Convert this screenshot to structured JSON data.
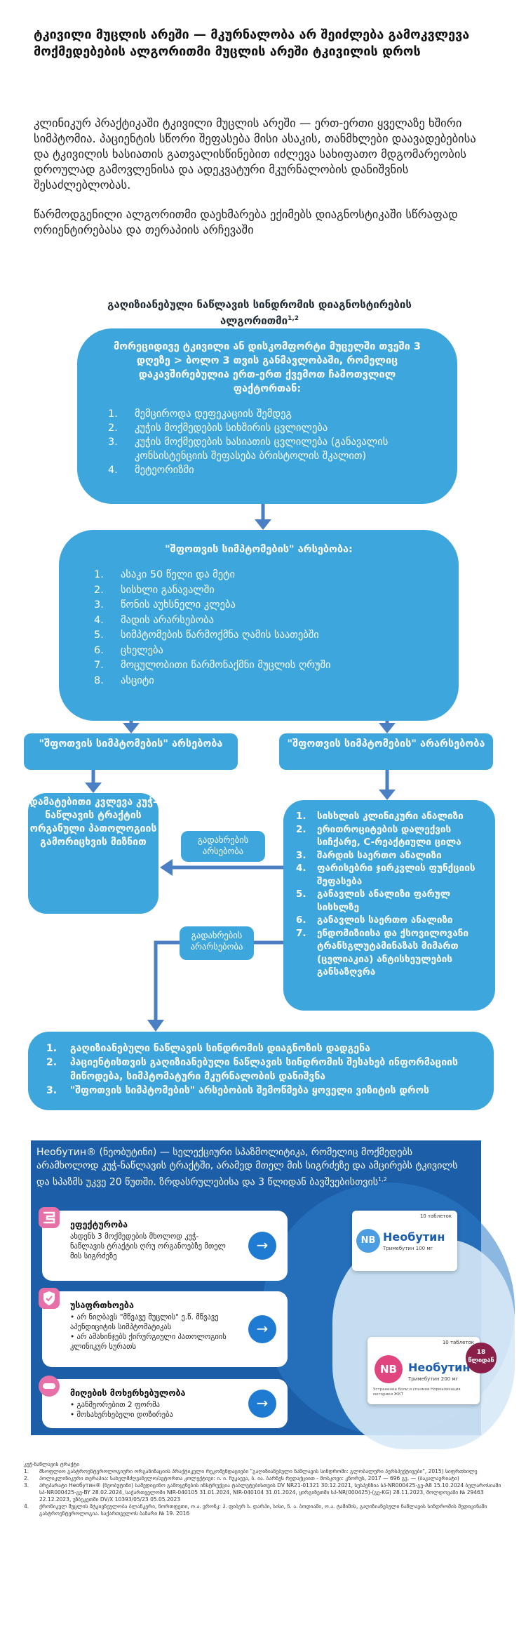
{
  "title_lines": [
    "ტკივილი მუცლის არეში — მკურნალობა არ შეიძლება გამოკვლევა",
    "მოქმედებების ალგორითმი მუცლის არეში ტკივილის დროს"
  ],
  "intro": {
    "p1": "კლინიკურ პრაქტიკაში ტკივილი მუცლის არეში — ერთ-ერთი ყველაზე ხშირი სიმპტომია. პაციენტის სწორი შეფასება მისი ასაკის, თანმხლები დაავადებებისა და ტკივილის ხასიათის გათვალისწინებით იძლევა სახიფათო მდგომარეობის დროულად გამოვლენისა და ადეკვატური მკურნალობის დანიშვნის შესაძლებლობას.",
    "p2": "წარმოდგენილი ალგორითმი დაეხმარება ექიმებს დიაგნოსტიკაში სწრაფად ორიენტირებასა და თერაპიის არჩევაში"
  },
  "algorithm": {
    "title": "გაღიზიანებული ნაწლავის სინდრომის დიაგნოსტირების ალგორითმი",
    "title_ref": "1,2",
    "box1": {
      "header": "მორეციდივე ტკივილი ან დისკომფორტი მუცელში თვეში 3 დღეზე > ბოლო 3 თვის განმავლობაში, რომელიც დაკავშირებულია ერთ-ერთ ქვემოთ ჩამოთვლილ ფაქტორთან:",
      "items": [
        {
          "n": "1.",
          "text": "მემციროდა დეფეკაციის შემდეგ"
        },
        {
          "n": "2.",
          "text": "კუჭის მოქმედების სიხშირის ცვლილება"
        },
        {
          "n": "3.",
          "text": "კუჭის მოქმედების ხასიათის ცვლილება (განავალის კონსისტენციის შეფასება ბრისტოლის შკალით)"
        },
        {
          "n": "4.",
          "text": "მეტეორიზმი"
        }
      ]
    },
    "box2": {
      "header": "\"შფოთვის სიმპტომების\" არსებობა:",
      "items": [
        {
          "n": "1.",
          "text": "ასაკი 50 წელი და მეტი"
        },
        {
          "n": "2.",
          "text": "სისხლი განავალში"
        },
        {
          "n": "3.",
          "text": "წონის აუხსნელი კლება"
        },
        {
          "n": "4.",
          "text": "მადის არარსებობა"
        },
        {
          "n": "5.",
          "text": "სიმპტომების წარმოქმნა ღამის საათებში"
        },
        {
          "n": "6.",
          "text": "ცხელება"
        },
        {
          "n": "7.",
          "text": "მოცულობითი წარმონაქმნი მუცლის ღრუში"
        },
        {
          "n": "8.",
          "text": "ასციტი"
        }
      ]
    },
    "present": "\"შფოთვის სიმპტომების\" არსებობა",
    "absent": "\"შფოთვის სიმპტომების\" არარსებობა",
    "extra_tests": "დამატებითი კვლევა კუჭ-ნაწლავის ტრაქტის ორგანული პათოლოგიის გამორიცხვის მიზნით",
    "tests": [
      {
        "n": "1.",
        "text": "სისხლის კლინიკური ანალიზი"
      },
      {
        "n": "2.",
        "text": "ერითროციტების დალექვის სიჩქარე, C-რეაქტიული ცილა"
      },
      {
        "n": "3.",
        "text": "შარდის საერთო ანალიზი"
      },
      {
        "n": "4.",
        "text": "ფარისებრი ჯირკვლის ფუნქციის შეფასება"
      },
      {
        "n": "5.",
        "text": "განავლის ანალიზი ფარულ სისხლზე"
      },
      {
        "n": "6.",
        "text": "განავლის საერთო ანალიზი"
      },
      {
        "n": "7.",
        "text": "ენდომიზიისა და ქსოვილოვანი ტრანსგლუტამინაზას მიმართ (ცელიაკია) ანტისხეულების განსაზღვრა"
      }
    ],
    "deviation_present": "გადახრების არსებობა",
    "deviation_absent": "გადახრების არარსებობა",
    "final": [
      {
        "n": "1.",
        "text": "გაღიზიანებული ნაწლავის სინდრომის დიაგნოზის დადგენა"
      },
      {
        "n": "2.",
        "text": "პაციენტისთვის გაღიზიანებული ნაწლავის სინდრომის შესახებ ინფორმაციის მიწოდება, სიმპტომატური მკურნალობის დანიშვნა"
      },
      {
        "n": "3.",
        "text": "\"შფოთვის სიმპტომების\" არსებობის შემოწმება ყოველი ვიზიტის დროს"
      }
    ]
  },
  "promo": {
    "text": "Необутин® (ნეობუტინი) — სელექციური სპაზმოლიტიკა, რომელიც მოქმედებს არამხოლოდ კუჭ-ნაწლავის ტრაქტში, არამედ მთელ მის სიგრძეზე და ამცირებს ტკივილს და სპაზმს უკვე 20 წუთში. ზრდასრულებისა და 3 წლიდან ბავშვებისთვის",
    "text_ref": "1,2",
    "cards": [
      {
        "title": "ეფექტურობა",
        "text": "ახდენს 3 მოქმედების მხოლოდ კუჭ-ნაწლავის ტრაქტის ღრუ ორგანოებზე მთელ მის სიგრძეზე",
        "icon": "intestine-icon"
      },
      {
        "title": "უსაფრთხოება",
        "bullets": [
          "არ ნიღბავს \"მწვავე მუცლის\" ე.წ. მწვავე აპენდიციტის სიმპტომატიკას",
          "არ ამახინჯებს ქირურგიული პათოლოგიის კლინიკურ სურათს"
        ],
        "icon": "shield-icon"
      },
      {
        "title": "მიღების მოხერხებულობა",
        "bullets": [
          "განმეორებით 2 ფორმა",
          "მოსახერხებელი დოზირება"
        ],
        "icon": "pill-icon"
      }
    ],
    "pack1": {
      "count": "10 таблеток",
      "name": "Необутин",
      "dose": "Тримебутин 100 мг",
      "badge": "NB"
    },
    "pack2": {
      "count": "10 таблеток",
      "name": "Необутин",
      "dose": "Тримебутин 200 мг",
      "badge": "NB",
      "desc": "Устранение боли и спазмов Нормализация моторики ЖКТ"
    },
    "age_badge": "18 წლიდან"
  },
  "footer": {
    "heading": "კუჭ-ნაწლავის ტრაქტი",
    "refs": [
      {
        "n": "1.",
        "text": "მსოფლიო გასტროენტეროლოგიური ორგანიზაციის პრაქტიკული რეკომენდაციები \"გაღიზიანებული ნაწლავის სინდრომი: გლობალური პერსპექტივები\", 2015) სიფრთხილე"
      },
      {
        "n": "2.",
        "text": "პოლიკლინიკური თერაპია: სახელმძღვანელო/ავტორთა კოლექტივი: ი. ი. ჩუკაევა, ბ. ია. ბარნეს რედაქციით - მოსკოვი: კნორუს, 2017 — 696 გვ. — (ბაკალავრიატი)"
      },
      {
        "n": "3.",
        "text": "პრეპარატი Необутин® (ნეობუტინი) სამედიცინო გამოყენების ინსტრუქცია ტაბლეტებისთვის DV NR21-01321 30.12.2021, სუსპენზია სპ-NR000425-გე-A8 15.10.2024 ბელაროსიაში სპ-NR000425-გე-BY 28.02.2024, საქართველოში NIR-040105 31.01.2024, NIR-040104 31.01.2024, ყირგიზეთში სპ-NR(000425)-(გე-KG) 28.11.2023, მოლდოვაში № 29463 22.12.2023, უზბეკეთში DV/X 10393/05/23 05.05.2023"
      },
      {
        "n": "4.",
        "text": "ქრონიკულ მუცლის მტკივნეულობა ბლანკერი, ნორთფეთი, ო.ა. ვრონკ: ჰ. ფიბერ ს. დარპი, სისი, ნ. ა. ბოდიაში, ო.ა. ტამიშის, გაღიზიანებული ნაწლავის სინდრომის მედიცინაში გასტროენტეროლოგია. საქართველოს ბაზარი № 19. 2016"
      }
    ]
  },
  "colors": {
    "accent": "#3da6dc",
    "promo_bg": "#1d5ea8",
    "arrow": "#4a7fc4"
  }
}
